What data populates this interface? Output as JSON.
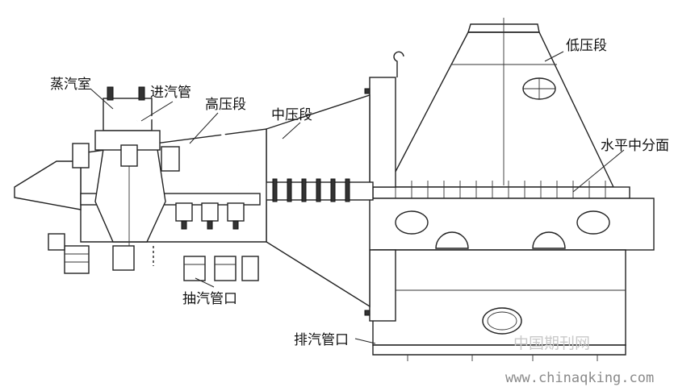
{
  "labels": {
    "steam_chest": "蒸汽室",
    "inlet_pipe": "进汽管",
    "hp_section": "高压段",
    "ip_section": "中压段",
    "lp_section": "低压段",
    "horizontal_joint": "水平中分面",
    "extraction_port": "抽汽管口",
    "exhaust_port": "排汽管口"
  },
  "watermark": {
    "cn": "中国期刊网",
    "url": "www.chinaqking.com"
  }
}
